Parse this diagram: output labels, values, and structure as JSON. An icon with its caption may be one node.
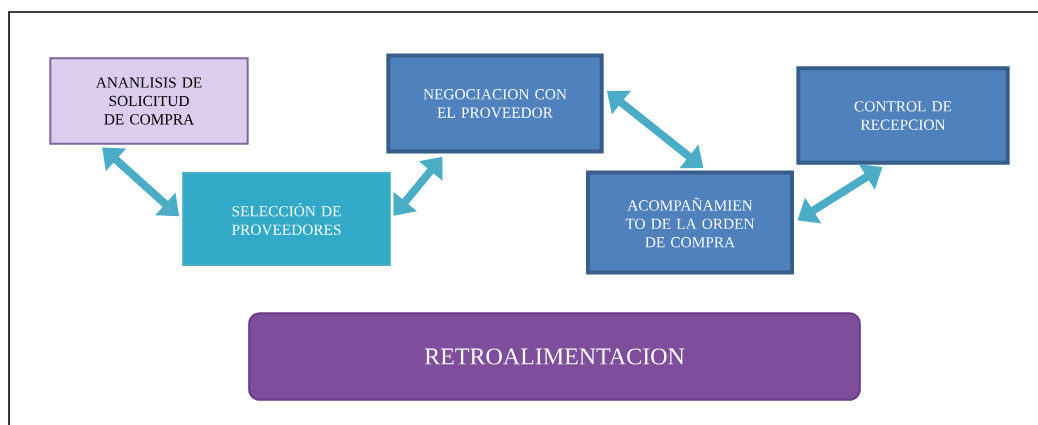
{
  "diagram": {
    "nodes": [
      {
        "text": [
          "ANANLISIS DE SOLICITUD DE COMPRA"
        ]
      },
      {
        "text": [
          "SELECCIÓN DE PROVEEDORES"
        ]
      },
      {
        "text": [
          "NEGOCIACION CON EL PROVEEDOR"
        ]
      },
      {
        "text": [
          "ACOMPAÑAMIEN TO DE LA ORDEN DE COMPRA"
        ]
      },
      {
        "text": [
          "CONTROL DE RECEPCION"
        ]
      },
      {
        "text": [
          "RETROALIMENTACION"
        ]
      }
    ],
    "edges": [
      {
        "from": 1,
        "to": 0,
        "arrow": "both"
      },
      {
        "from": 1,
        "to": 2,
        "arrow": "both"
      },
      {
        "from": 2,
        "to": 3,
        "arrow": "both"
      },
      {
        "from": 3,
        "to": 4,
        "arrow": "both"
      }
    ]
  }
}
